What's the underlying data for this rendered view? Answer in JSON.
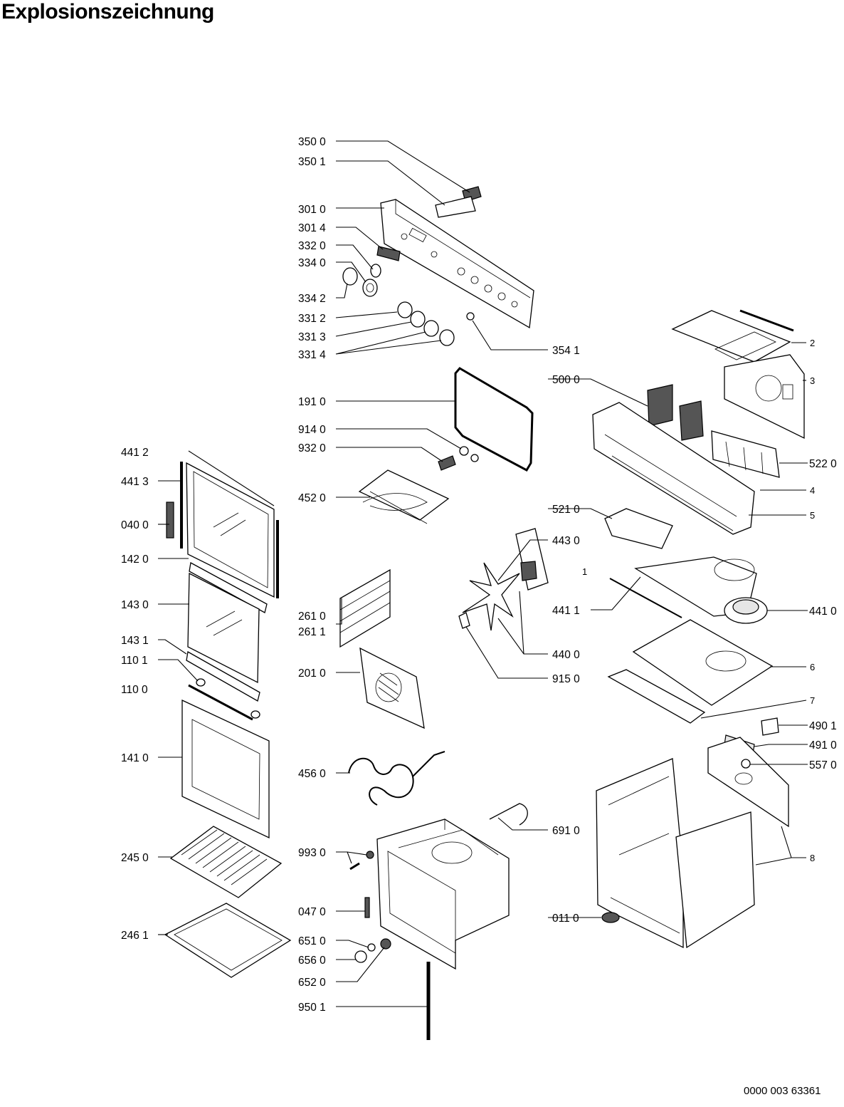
{
  "title": "Explosionszeichnung",
  "doc_number": "0000 003 63361",
  "parts": {
    "p3500": "350 0",
    "p3501": "350 1",
    "p3010": "301 0",
    "p3014": "301 4",
    "p3320": "332 0",
    "p3340": "334 0",
    "p3342": "334 2",
    "p3312": "331 2",
    "p3313": "331 3",
    "p3314": "331 4",
    "p3541": "354 1",
    "p1910": "191 0",
    "p9140": "914 0",
    "p9320": "932 0",
    "p4520": "452 0",
    "p4412": "441 2",
    "p4413": "441 3",
    "p0400": "040 0",
    "p1420": "142 0",
    "p1430": "143 0",
    "p1431": "143 1",
    "p1101": "110 1",
    "p1100": "110 0",
    "p1410": "141 0",
    "p2450": "245 0",
    "p2461": "246 1",
    "p2610": "261 0",
    "p2611": "261 1",
    "p2010": "201 0",
    "p4560": "456 0",
    "p9930": "993 0",
    "p0470": "047 0",
    "p6510": "651 0",
    "p6560": "656 0",
    "p6520": "652 0",
    "p9501": "950 1",
    "p4430": "443 0",
    "p4400": "440 0",
    "p9150": "915 0",
    "p5000": "500 0",
    "p5220": "522 0",
    "p5210": "521 0",
    "p4411": "441 1",
    "p4410": "441 0",
    "p4901": "490 1",
    "p4910": "491 0",
    "p5570": "557 0",
    "p6910": "691 0",
    "p0110": "011 0",
    "n1": "1",
    "n2": "2",
    "n3": "3",
    "n4": "4",
    "n5": "5",
    "n6": "6",
    "n7": "7",
    "n8": "8"
  }
}
